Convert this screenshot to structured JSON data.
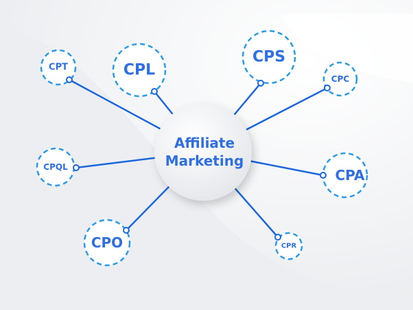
{
  "diagram": {
    "center_label_line1": "Affiliate",
    "center_label_line2": "Marketing",
    "nodes": [
      {
        "label": "CPT"
      },
      {
        "label": "CPL"
      },
      {
        "label": "CPS"
      },
      {
        "label": "CPC"
      },
      {
        "label": "CPQL"
      },
      {
        "label": "CPA"
      },
      {
        "label": "CPO"
      },
      {
        "label": "CPR"
      }
    ]
  },
  "colors": {
    "line": "#1a66dd",
    "dash": "#2b9ae6",
    "text": "#2f6fe0",
    "background": "#f3f4f6"
  }
}
